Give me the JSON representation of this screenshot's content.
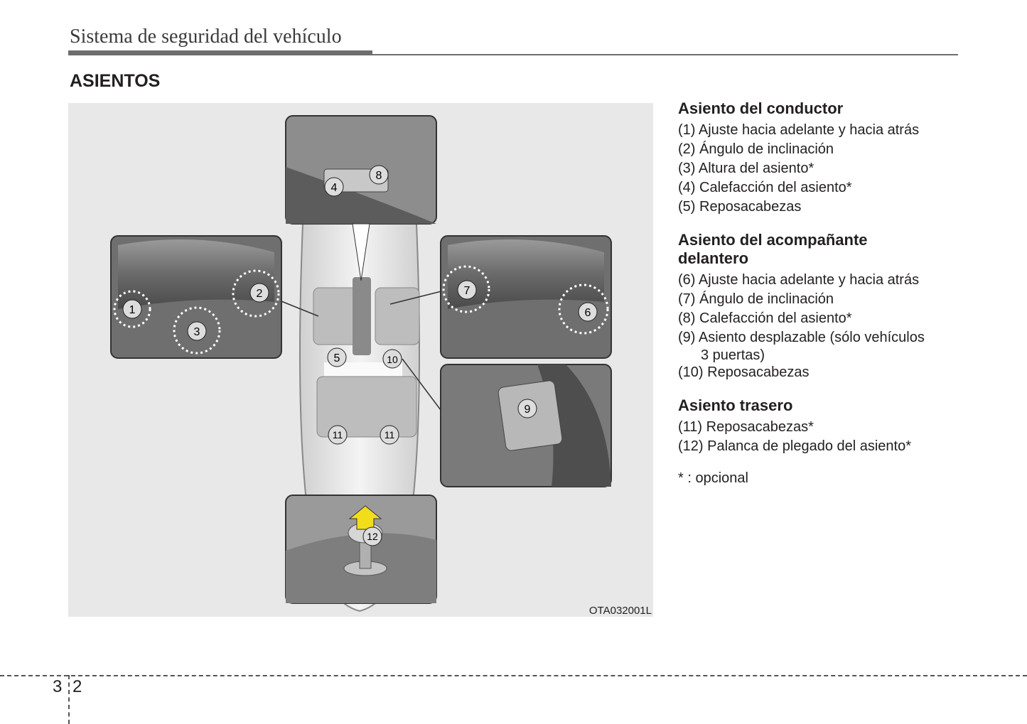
{
  "header": {
    "running_title": "Sistema de seguridad del vehículo"
  },
  "section": {
    "heading": "ASIENTOS"
  },
  "figure": {
    "code": "OTA032001L",
    "callouts": [
      "1",
      "2",
      "3",
      "4",
      "5",
      "6",
      "7",
      "8",
      "9",
      "10",
      "11",
      "12"
    ]
  },
  "legend": {
    "driver": {
      "title": "Asiento del conductor",
      "items": [
        "(1) Ajuste hacia adelante y hacia atrás",
        "(2) Ángulo de inclinación",
        "(3) Altura del asiento*",
        "(4) Calefacción del asiento*",
        "(5) Reposacabezas"
      ]
    },
    "passenger": {
      "title_line1": "Asiento del acompañante",
      "title_line2": "delantero",
      "items": [
        "(6) Ajuste hacia adelante y hacia atrás",
        "(7) Ángulo de inclinación",
        "(8) Calefacción del asiento*"
      ],
      "item9_line1": "(9) Asiento desplazable (sólo vehículos",
      "item9_line2": "3 puertas)",
      "item10": "(10) Reposacabezas"
    },
    "rear": {
      "title": "Asiento trasero",
      "items": [
        "(11) Reposacabezas*",
        "(12) Palanca de plegado del asiento*"
      ]
    },
    "note": "* : opcional"
  },
  "footer": {
    "chapter": "3",
    "page": "2"
  },
  "colors": {
    "rule": "#6d6d6d",
    "figure_bg": "#e8e8e8",
    "arrow": "#f2dd1b"
  }
}
